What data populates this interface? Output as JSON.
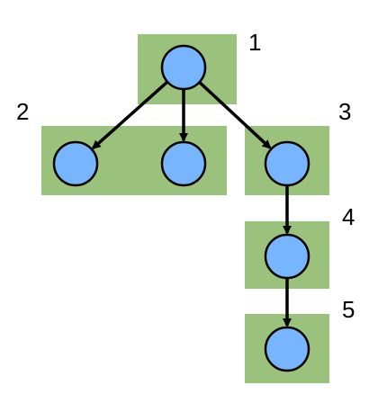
{
  "colors": {
    "group_box": "#9bc27c",
    "node_fill": "#77b6ff",
    "node_stroke": "#000000",
    "edge": "#000000"
  },
  "groups": [
    {
      "id": "g1",
      "label": "1"
    },
    {
      "id": "g2",
      "label": "2"
    },
    {
      "id": "g3",
      "label": "3"
    },
    {
      "id": "g4",
      "label": "4"
    },
    {
      "id": "g5",
      "label": "5"
    }
  ],
  "nodes": [
    {
      "id": "root",
      "group": "g1"
    },
    {
      "id": "left",
      "group": "g2"
    },
    {
      "id": "middle",
      "group": "g2"
    },
    {
      "id": "right",
      "group": "g3"
    },
    {
      "id": "chain-a",
      "group": "g4"
    },
    {
      "id": "chain-b",
      "group": "g5"
    }
  ],
  "edges": [
    {
      "from": "root",
      "to": "left"
    },
    {
      "from": "root",
      "to": "middle"
    },
    {
      "from": "root",
      "to": "right"
    },
    {
      "from": "right",
      "to": "chain-a"
    },
    {
      "from": "chain-a",
      "to": "chain-b"
    }
  ]
}
